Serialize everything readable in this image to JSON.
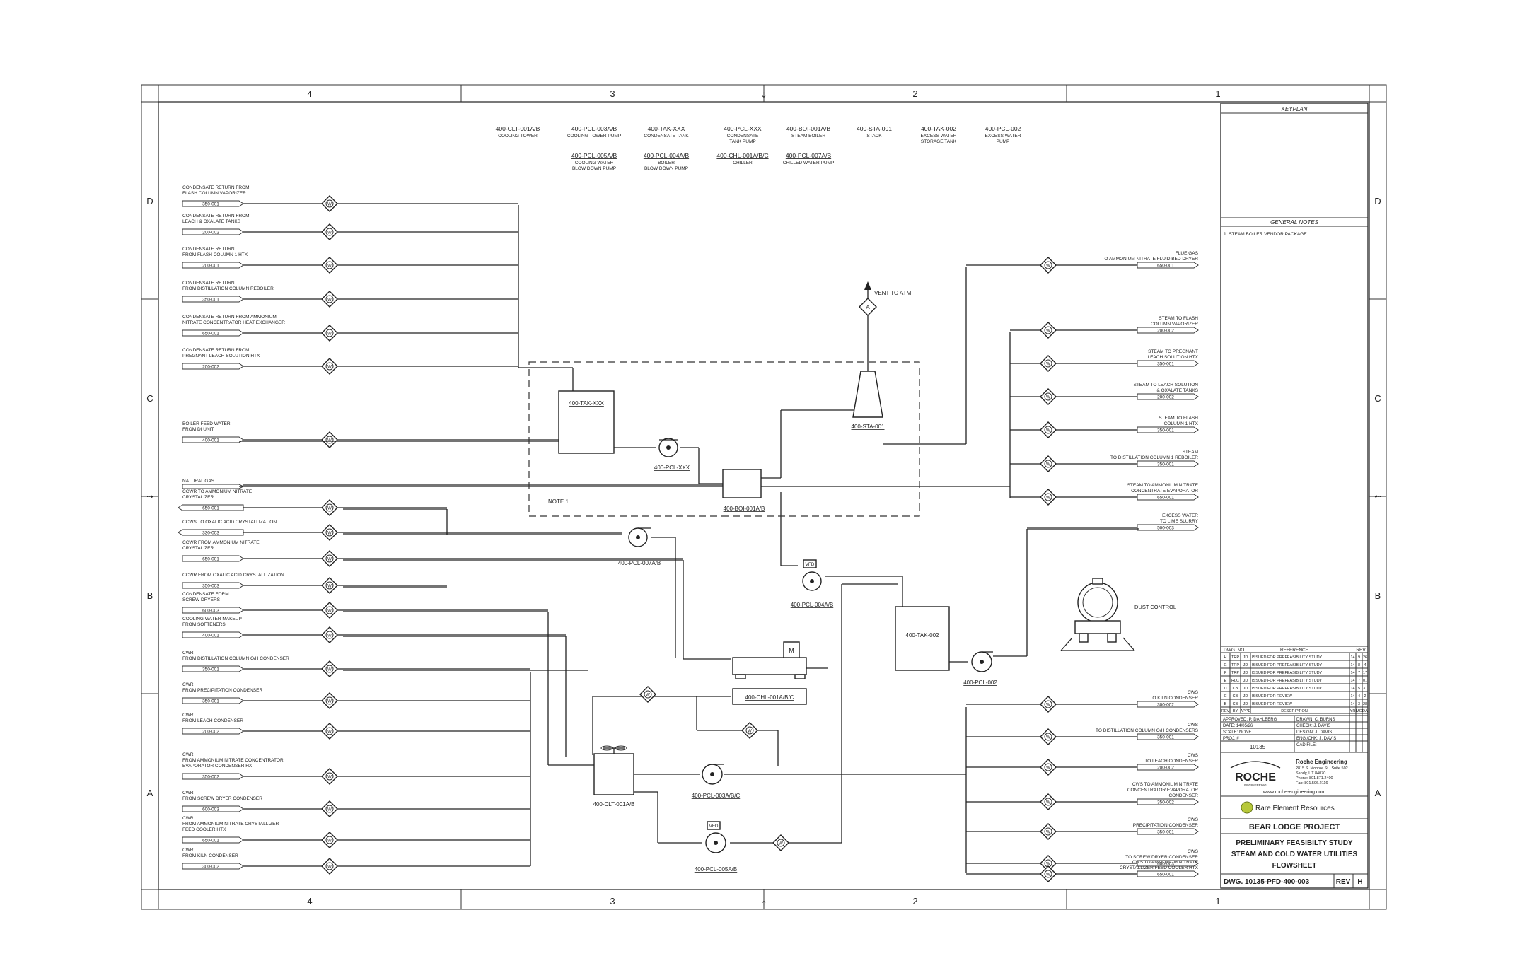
{
  "grid": {
    "columns": [
      "4",
      "3",
      "2",
      "1"
    ],
    "rows": [
      "D",
      "C",
      "B",
      "A"
    ]
  },
  "equipment_list": [
    {
      "tag": "400-CLT-001A/B",
      "desc": [
        "COOLING TOWER"
      ]
    },
    {
      "tag": "400-PCL-003A/B",
      "desc": [
        "COOLING TOWER PUMP"
      ]
    },
    {
      "tag": "400-TAK-XXX",
      "desc": [
        "CONDENSATE TANK"
      ]
    },
    {
      "tag": "400-PCL-XXX",
      "desc": [
        "CONDENSATE",
        "TANK PUMP"
      ]
    },
    {
      "tag": "400-BOI-001A/B",
      "desc": [
        "STEAM BOILER"
      ]
    },
    {
      "tag": "400-STA-001",
      "desc": [
        "STACK"
      ]
    },
    {
      "tag": "400-TAK-002",
      "desc": [
        "EXCESS WATER",
        "STORAGE TANK"
      ]
    },
    {
      "tag": "400-PCL-002",
      "desc": [
        "EXCESS WATER",
        "PUMP"
      ]
    },
    {
      "tag": "400-PCL-005A/B",
      "desc": [
        "COOLING WATER",
        "BLOW DOWN PUMP"
      ]
    },
    {
      "tag": "400-PCL-004A/B",
      "desc": [
        "BOILER",
        "BLOW DOWN PUMP"
      ]
    },
    {
      "tag": "400-CHL-001A/B/C",
      "desc": [
        "CHILLER"
      ]
    },
    {
      "tag": "400-PCL-007A/B",
      "desc": [
        "CHILLED WATER PUMP"
      ]
    }
  ],
  "left_streams": [
    {
      "lines": [
        "CONDENSATE RETURN FROM",
        "FLASH COLUMN VAPORIZER"
      ],
      "tag": "350-001",
      "dir": "in"
    },
    {
      "lines": [
        "CONDENSATE RETURN FROM",
        "LEACH & OXALATE TANKS"
      ],
      "tag": "200-002",
      "dir": "in"
    },
    {
      "lines": [
        "CONDENSATE RETURN",
        "FROM FLASH COLUMN 1 HTX"
      ],
      "tag": "200-001",
      "dir": "in"
    },
    {
      "lines": [
        "CONDENSATE RETURN",
        "FROM DISTILLATION COLUMN REBOILER"
      ],
      "tag": "350-001",
      "dir": "in"
    },
    {
      "lines": [
        "CONDENSATE RETURN FROM AMMONIUM",
        "NITRATE CONCENTRATOR HEAT EXCHANGER"
      ],
      "tag": "650-001",
      "dir": "in"
    },
    {
      "lines": [
        "CONDENSATE RETURN FROM",
        "PREGNANT LEACH SOLUTION HTX"
      ],
      "tag": "200-002",
      "dir": "in"
    },
    {
      "lines": [
        "BOILER FEED WATER",
        "FROM DI UNIT"
      ],
      "tag": "400-001",
      "dir": "in"
    },
    {
      "lines": [
        "NATURAL GAS"
      ],
      "tag": "",
      "dir": "in"
    },
    {
      "lines": [
        "CCWR TO AMMONIUM NITRATE",
        "CRYSTALIZER"
      ],
      "tag": "650-001",
      "dir": "out"
    },
    {
      "lines": [
        "CCWS TO OXALIC ACID CRYSTALLIZATION"
      ],
      "tag": "330-003",
      "dir": "out"
    },
    {
      "lines": [
        "CCWR FROM AMMONIUM NITRATE",
        "CRYSTALIZER"
      ],
      "tag": "650-001",
      "dir": "in"
    },
    {
      "lines": [
        "CCWR FROM OXALIC ACID CRYSTALLIZATION"
      ],
      "tag": "350-003",
      "dir": "in"
    },
    {
      "lines": [
        "CONDENSATE FORM",
        "SCREW DRYERS"
      ],
      "tag": "600-003",
      "dir": "in"
    },
    {
      "lines": [
        "COOLING WATER MAKEUP",
        "FROM SOFTENERS"
      ],
      "tag": "400-001",
      "dir": "in"
    },
    {
      "lines": [
        "CWR",
        "FROM DISTILLATION COLUMN O/H CONDENSER"
      ],
      "tag": "350-001",
      "dir": "in"
    },
    {
      "lines": [
        "CWR",
        "FROM PRECIPITATION CONDENSER"
      ],
      "tag": "350-001",
      "dir": "in"
    },
    {
      "lines": [
        "CWR",
        "FROM LEACH CONDENSER"
      ],
      "tag": "200-002",
      "dir": "in"
    },
    {
      "lines": [
        "CWR",
        "FROM AMMONIUM NITRATE CONCENTRATOR",
        "EVAPORATOR CONDENSER HX"
      ],
      "tag": "350-002",
      "dir": "in"
    },
    {
      "lines": [
        "CWR",
        "FROM SCREW DRYER CONDENSER"
      ],
      "tag": "600-003",
      "dir": "in"
    },
    {
      "lines": [
        "CWR",
        "FROM AMMONIUM NITRATE CRYSTALLIZER",
        "FEED COOLER HTX"
      ],
      "tag": "650-001",
      "dir": "in"
    },
    {
      "lines": [
        "CWR",
        "FROM KILN CONDENSER"
      ],
      "tag": "300-002",
      "dir": "in"
    }
  ],
  "right_streams": [
    {
      "lines": [
        "FLUE GAS",
        "TO AMMONIUM NITRATE FLUID BED DRYER"
      ],
      "tag": "650-001"
    },
    {
      "lines": [
        "STEAM TO FLASH",
        "COLUMN VAPORIZER"
      ],
      "tag": "200-002"
    },
    {
      "lines": [
        "STEAM TO PREGNANT",
        "LEACH SOLUTION HTX"
      ],
      "tag": "350-001"
    },
    {
      "lines": [
        "STEAM TO LEACH SOLUTION",
        "& OXALATE TANKS"
      ],
      "tag": "200-002"
    },
    {
      "lines": [
        "STEAM TO FLASH",
        "COLUMN 1 HTX"
      ],
      "tag": "350-001"
    },
    {
      "lines": [
        "STEAM",
        "TO DISTILLATION COLUMN 1 REBOILER"
      ],
      "tag": "350-001"
    },
    {
      "lines": [
        "STEAM TO AMMONIUM NITRATE",
        "CONCENTRATE EVAPORATOR"
      ],
      "tag": "650-001"
    },
    {
      "lines": [
        "EXCESS WATER",
        "TO LIME SLURRY"
      ],
      "tag": "500-003"
    },
    {
      "lines": [
        "CWS",
        "TO KILN CONDENSER"
      ],
      "tag": "300-002"
    },
    {
      "lines": [
        "CWS",
        "TO DISTILLATION COLUMN O/H CONDENSERS"
      ],
      "tag": "350-001"
    },
    {
      "lines": [
        "CWS",
        "TO LEACH CONDENSER"
      ],
      "tag": "200-002"
    },
    {
      "lines": [
        "CWS TO AMMONIUM NITRATE",
        "CONCENTRATOR EVAPORATOR",
        "CONDENSER"
      ],
      "tag": "350-002"
    },
    {
      "lines": [
        "CWS",
        "PRECIPITATION CONDENSER"
      ],
      "tag": "350-001"
    },
    {
      "lines": [
        "CWS",
        "TO SCREW DRYER CONDENSER"
      ],
      "tag": "600-003"
    },
    {
      "lines": [
        "CWS TO AMMONIUM NITRATE",
        "CRYSTALLIZER FEED COOLER HTX"
      ],
      "tag": "650-001"
    }
  ],
  "process_labels": {
    "vent": "VENT TO ATM.",
    "note1": "NOTE 1",
    "tank_xxx": "400-TAK-XXX",
    "pump_xxx": "400-PCL-XXX",
    "boiler": "400-BOI-001A/B",
    "stack": "400-STA-001",
    "pump_007": "400-PCL-007A/B",
    "pump_004": "400-PCL-004A/B",
    "tank_002": "400-TAK-002",
    "pump_002": "400-PCL-002",
    "dust_control": "DUST CONTROL",
    "chiller": "400-CHL-001A/B/C",
    "cooling_tower": "400-CLT-001A/B",
    "pump_003": "400-PCL-003A/B/C",
    "pump_005": "400-PCL-005A/B",
    "vfd": "VFD",
    "motor": "M",
    "instrument_w": "W",
    "instrument_a": "A"
  },
  "title_block": {
    "keyplan": "KEYPLAN",
    "general_notes": "GENERAL NOTES",
    "note_1": "1.  STEAM BOILER VENDOR PACKAGE.",
    "dwg_no_header": "DWG. NO.",
    "reference_header": "REFERENCE",
    "rev_header": "REV",
    "revisions": [
      {
        "rev": "H",
        "by": "TRP",
        "appd": "JD",
        "desc": "ISSUED FOR PREFEASIBILITY STUDY",
        "d": "14",
        "m": "9",
        "y": "26"
      },
      {
        "rev": "G",
        "by": "TRP",
        "appd": "JD",
        "desc": "ISSUED FOR PREFEASIBILITY STUDY",
        "d": "14",
        "m": "8",
        "y": "4"
      },
      {
        "rev": "F",
        "by": "TRP",
        "appd": "JD",
        "desc": "ISSUED FOR PREFEASIBILITY STUDY",
        "d": "14",
        "m": "7",
        "y": "17"
      },
      {
        "rev": "E",
        "by": "RLC",
        "appd": "JD",
        "desc": "ISSUED FOR PREFEASIBILITY STUDY",
        "d": "14",
        "m": "7",
        "y": "01"
      },
      {
        "rev": "D",
        "by": "CB",
        "appd": "JD",
        "desc": "ISSUED FOR PREFEASIBILITY STUDY",
        "d": "14",
        "m": "5",
        "y": "31"
      },
      {
        "rev": "C",
        "by": "CB",
        "appd": "JD",
        "desc": "ISSUED FOR REVIEW",
        "d": "14",
        "m": "4",
        "y": "2"
      },
      {
        "rev": "B",
        "by": "CB",
        "appd": "JD",
        "desc": "ISSUED FOR REVIEW",
        "d": "14",
        "m": "3",
        "y": "28"
      }
    ],
    "rev_col_headers": [
      "REV",
      "BY",
      "APPD",
      "DESCRIPTION",
      "YR",
      "MO",
      "DA"
    ],
    "approved": "APPROVED: P. DAHLBERG",
    "drawn": "DRAWN: C. BURNS",
    "date": "DATE: 14/05/26",
    "check": "CHECK: J. DAVIS",
    "scale": "SCALE: NONE",
    "design": "DESIGN: J. DAVIS",
    "proj": "PROJ. #",
    "proj_no": "10135",
    "eng": "ENG./CHK: J. DAVIS",
    "cad": "CAD FILE:",
    "roche_logo": "ROCHE",
    "roche_sub": "ENGINEERING",
    "company": "Roche Engineering",
    "addr1": "2815 S. Monroe St., Suite 502",
    "addr2": "Sandy, UT 84070",
    "phone": "Phone: 801.871.2400",
    "fax": "Fax: 801.596.2116",
    "web": "www.roche-engineering.com",
    "client": "Rare Element Resources",
    "project": "BEAR LODGE PROJECT",
    "title1": "PRELIMINARY FEASIBILTY STUDY",
    "title2": "STEAM AND COLD WATER UTILITIES",
    "title3": "FLOWSHEET",
    "dwg_no": "DWG. 10135-PFD-400-003",
    "rev_label": "REV",
    "rev_value": "H"
  }
}
